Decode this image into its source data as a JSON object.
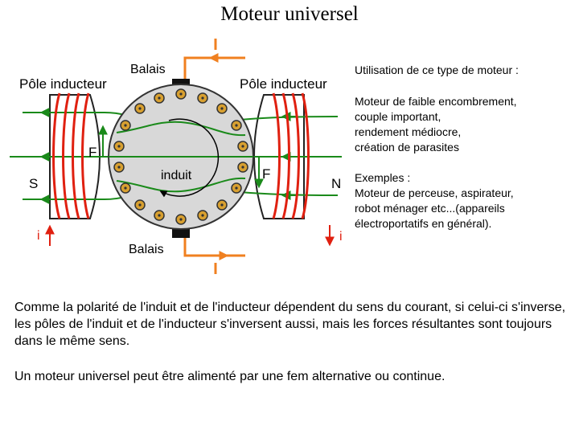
{
  "title": "Moteur universel",
  "diagram": {
    "balais_top": "Balais",
    "balais_bottom": "Balais",
    "pole_left": "Pôle inducteur",
    "pole_right": "Pôle inducteur",
    "s_label": "S",
    "n_label": "N",
    "f_left": "F",
    "f_right": "F",
    "induit": "induit",
    "i_left": "i",
    "i_right": "i",
    "colors": {
      "coil": "#e02010",
      "field": "#1a8a1a",
      "brush_lead": "#f08020",
      "rotor": "#d8d8d8"
    }
  },
  "side": {
    "use_title": "Utilisation de ce type de moteur :",
    "use_body": "Moteur de faible encombrement,\ncouple important,\nrendement médiocre,\ncréation de parasites",
    "examples": "Exemples :\nMoteur de perceuse, aspirateur,\nrobot ménager etc...(appareils\nélectroportatifs en général)."
  },
  "paragraphs": {
    "p1": "Comme la polarité de l'induit et de l'inducteur dépendent du sens du courant, si celui-ci s'inverse, les pôles de l'induit et de l'inducteur s'inversent aussi, mais les forces résultantes sont toujours dans le même sens.",
    "p2": "Un moteur universel peut être alimenté par une fem alternative ou continue."
  }
}
